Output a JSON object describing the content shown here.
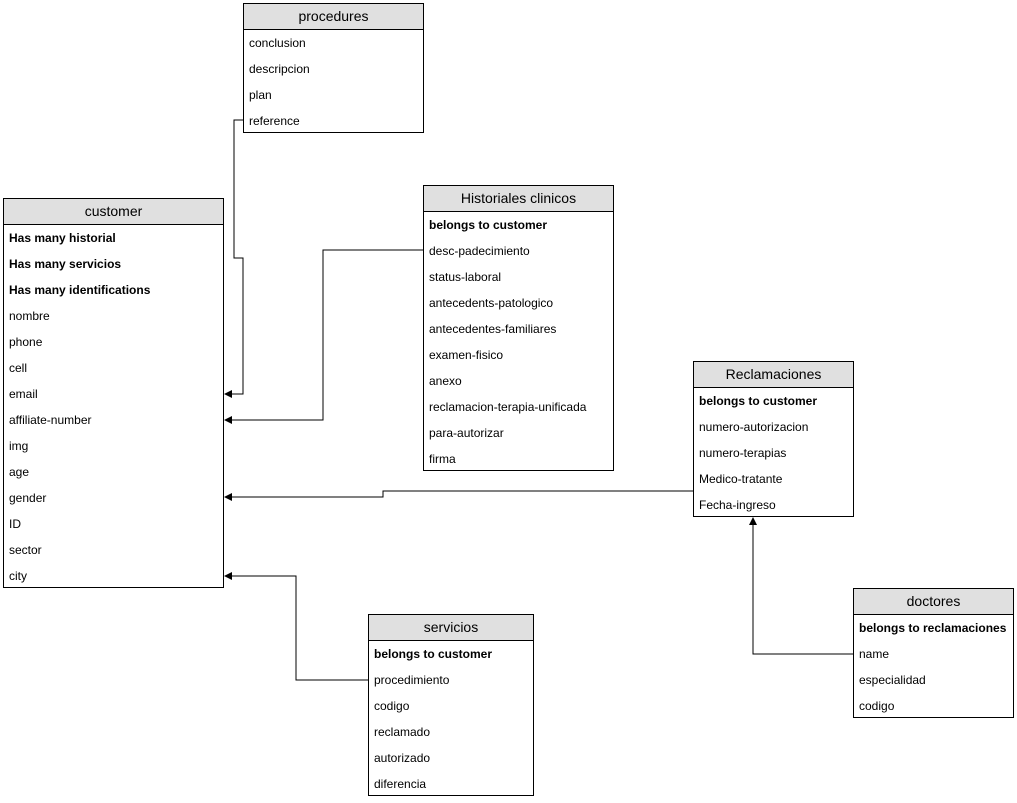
{
  "entities": {
    "procedures": {
      "title": "procedures",
      "fields": [
        {
          "label": "conclusion",
          "bold": false
        },
        {
          "label": "descripcion",
          "bold": false
        },
        {
          "label": "plan",
          "bold": false
        },
        {
          "label": "reference",
          "bold": false
        }
      ]
    },
    "customer": {
      "title": "customer",
      "fields": [
        {
          "label": "Has many historial",
          "bold": true
        },
        {
          "label": "Has many servicios",
          "bold": true
        },
        {
          "label": "Has many identifications",
          "bold": true
        },
        {
          "label": "nombre",
          "bold": false
        },
        {
          "label": "phone",
          "bold": false
        },
        {
          "label": "cell",
          "bold": false
        },
        {
          "label": "email",
          "bold": false
        },
        {
          "label": "affiliate-number",
          "bold": false
        },
        {
          "label": "img",
          "bold": false
        },
        {
          "label": "age",
          "bold": false
        },
        {
          "label": "gender",
          "bold": false
        },
        {
          "label": "ID",
          "bold": false
        },
        {
          "label": "sector",
          "bold": false
        },
        {
          "label": "city",
          "bold": false
        }
      ]
    },
    "historiales": {
      "title": "Historiales clinicos",
      "fields": [
        {
          "label": "belongs to customer",
          "bold": true
        },
        {
          "label": "desc-padecimiento",
          "bold": false
        },
        {
          "label": "status-laboral",
          "bold": false
        },
        {
          "label": "antecedents-patologico",
          "bold": false
        },
        {
          "label": "antecedentes-familiares",
          "bold": false
        },
        {
          "label": "examen-fisico",
          "bold": false
        },
        {
          "label": "anexo",
          "bold": false
        },
        {
          "label": "reclamacion-terapia-unificada",
          "bold": false
        },
        {
          "label": "para-autorizar",
          "bold": false
        },
        {
          "label": "firma",
          "bold": false
        }
      ]
    },
    "reclamaciones": {
      "title": "Reclamaciones",
      "fields": [
        {
          "label": "belongs to customer",
          "bold": true
        },
        {
          "label": "numero-autorizacion",
          "bold": false
        },
        {
          "label": "numero-terapias",
          "bold": false
        },
        {
          "label": "Medico-tratante",
          "bold": false
        },
        {
          "label": "Fecha-ingreso",
          "bold": false
        }
      ]
    },
    "doctores": {
      "title": "doctores",
      "fields": [
        {
          "label": "belongs to reclamaciones",
          "bold": true
        },
        {
          "label": "name",
          "bold": false
        },
        {
          "label": "especialidad",
          "bold": false
        },
        {
          "label": "codigo",
          "bold": false
        }
      ]
    },
    "servicios": {
      "title": "servicios",
      "fields": [
        {
          "label": "belongs to customer",
          "bold": true
        },
        {
          "label": "procedimiento",
          "bold": false
        },
        {
          "label": "codigo",
          "bold": false
        },
        {
          "label": "reclamado",
          "bold": false
        },
        {
          "label": "autorizado",
          "bold": false
        },
        {
          "label": "diferencia",
          "bold": false
        }
      ]
    }
  },
  "connectors": [
    {
      "from": "procedures.reference",
      "to": "customer.email"
    },
    {
      "from": "historiales.desc-padecimiento",
      "to": "customer.affiliate-number"
    },
    {
      "from": "reclamaciones.Fecha-ingreso",
      "to": "customer.gender"
    },
    {
      "from": "servicios.procedimiento",
      "to": "customer.city"
    },
    {
      "from": "doctores.name",
      "to": "reclamaciones"
    }
  ],
  "colors": {
    "header_fill": "#e0e0e0",
    "border": "#000000",
    "background": "#ffffff"
  }
}
